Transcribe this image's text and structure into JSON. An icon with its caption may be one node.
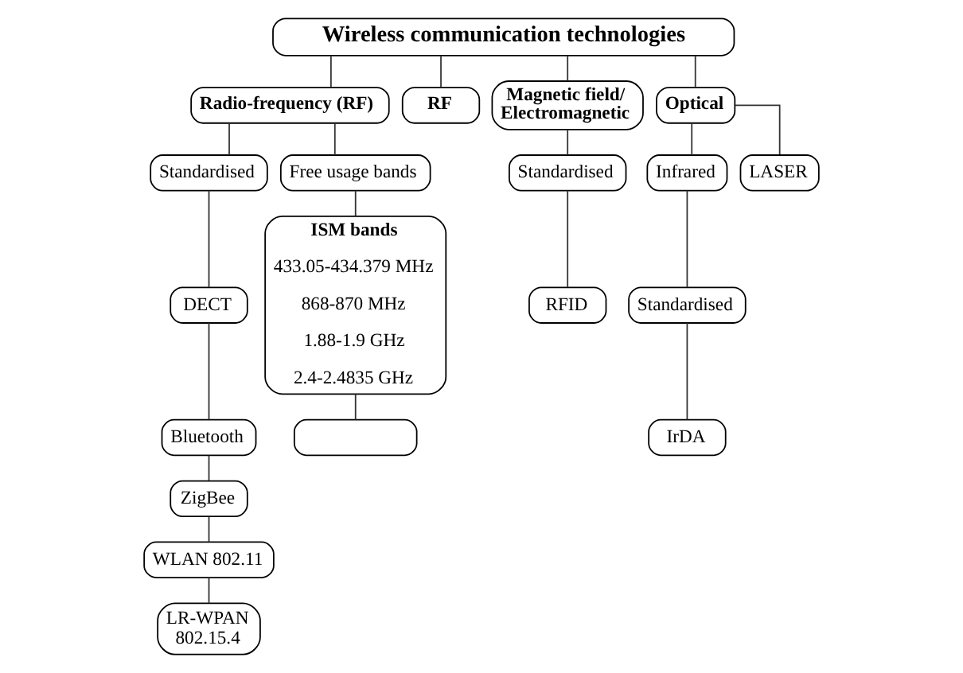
{
  "diagram": {
    "nodes": [
      {
        "text": [
          "Wireless communication technologies"
        ]
      },
      {
        "text": [
          "Radio-frequency (RF)"
        ]
      },
      {
        "text": [
          "RF"
        ]
      },
      {
        "text": [
          "Magnetic field/ Electromagnetic"
        ]
      },
      {
        "text": [
          "Optical"
        ]
      },
      {
        "text": [
          "Standardised"
        ]
      },
      {
        "text": [
          "Free usage bands"
        ]
      },
      {
        "text": [
          "Standardised"
        ]
      },
      {
        "text": [
          "Infrared"
        ]
      },
      {
        "text": [
          "LASER"
        ]
      },
      {
        "text": [
          "DECT"
        ]
      },
      {
        "text": [
          "ISM bands",
          "433.05-434.379 MHz",
          "868-870 MHz",
          "1.88-1.9 GHz",
          "2.4-2.4835 GHz"
        ]
      },
      {
        "text": [
          "RFID"
        ]
      },
      {
        "text": [
          "Standardised"
        ]
      },
      {
        "text": [
          "Bluetooth"
        ]
      },
      {
        "text": [
          "IrDA"
        ]
      },
      {
        "text": [
          "ZigBee"
        ]
      },
      {
        "text": [
          "WLAN 802.11"
        ]
      },
      {
        "text": [
          "LR-WPAN 802.15.4"
        ]
      },
      {
        "text": [],
        "shape": "box"
      }
    ],
    "edges": [
      {
        "from": 0,
        "to": 1,
        "arrow": "none"
      },
      {
        "from": 0,
        "to": 2,
        "arrow": "none"
      },
      {
        "from": 0,
        "to": 3,
        "arrow": "none"
      },
      {
        "from": 0,
        "to": 4,
        "arrow": "none"
      },
      {
        "from": 1,
        "to": 5,
        "arrow": "none"
      },
      {
        "from": 1,
        "to": 6,
        "arrow": "none"
      },
      {
        "from": 3,
        "to": 7,
        "arrow": "none"
      },
      {
        "from": 4,
        "to": 8,
        "arrow": "none"
      },
      {
        "from": 4,
        "to": 9,
        "arrow": "none"
      },
      {
        "from": 5,
        "to": 10,
        "arrow": "none"
      },
      {
        "from": 10,
        "to": 14,
        "arrow": "none"
      },
      {
        "from": 14,
        "to": 16,
        "arrow": "none"
      },
      {
        "from": 16,
        "to": 17,
        "arrow": "none"
      },
      {
        "from": 17,
        "to": 18,
        "arrow": "none"
      },
      {
        "from": 6,
        "to": 11,
        "arrow": "none"
      },
      {
        "from": 11,
        "to": 19,
        "arrow": "none"
      },
      {
        "from": 7,
        "to": 12,
        "arrow": "none"
      },
      {
        "from": 8,
        "to": 13,
        "arrow": "none"
      },
      {
        "from": 13,
        "to": 15,
        "arrow": "none"
      }
    ]
  }
}
